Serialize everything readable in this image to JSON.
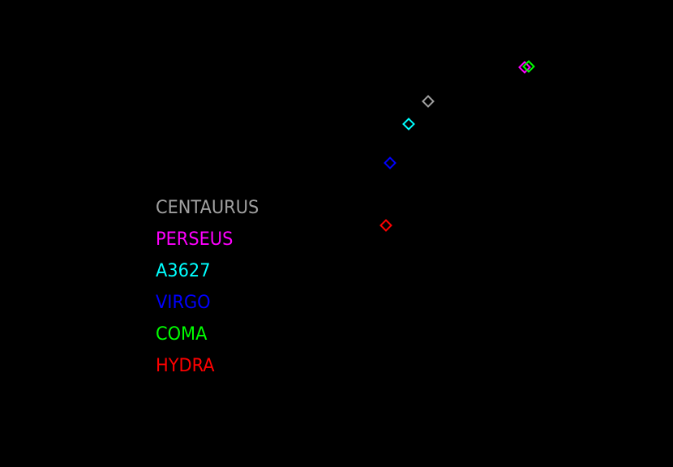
{
  "chart_data": {
    "type": "scatter",
    "title": "",
    "xlabel": "",
    "ylabel": "",
    "grid": false,
    "axes_visible": false,
    "background": "#000000",
    "marker": "diamond-open",
    "legend_position": "left-middle",
    "series": [
      {
        "name": "CENTAURUS",
        "color": "#a0a0a0",
        "px": 528,
        "py": 125
      },
      {
        "name": "PERSEUS",
        "color": "#ff00ff",
        "px": 647,
        "py": 83
      },
      {
        "name": "A3627",
        "color": "#00ffff",
        "px": 504,
        "py": 153
      },
      {
        "name": "VIRGO",
        "color": "#0000ff",
        "px": 481,
        "py": 201
      },
      {
        "name": "COMA",
        "color": "#00ff00",
        "px": 652,
        "py": 82
      },
      {
        "name": "HYDRA",
        "color": "#ff0000",
        "px": 476,
        "py": 278
      }
    ]
  },
  "legend": {
    "items": [
      {
        "label": "CENTAURUS",
        "color": "#a0a0a0"
      },
      {
        "label": "PERSEUS",
        "color": "#ff00ff"
      },
      {
        "label": "A3627",
        "color": "#00ffff"
      },
      {
        "label": "VIRGO",
        "color": "#0000ff"
      },
      {
        "label": "COMA",
        "color": "#00ff00"
      },
      {
        "label": "HYDRA",
        "color": "#ff0000"
      }
    ]
  }
}
